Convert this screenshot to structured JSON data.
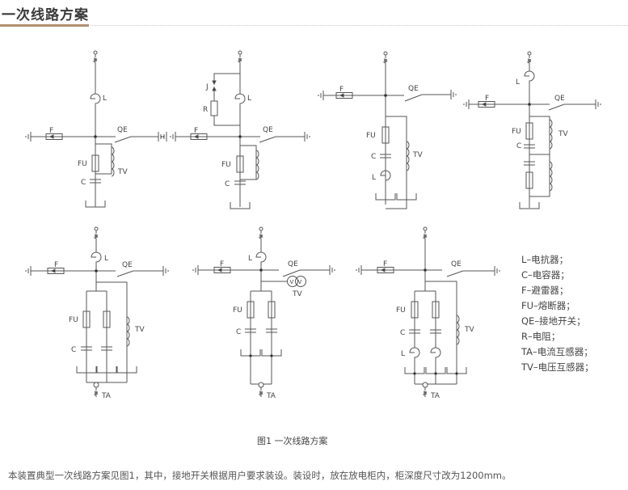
{
  "header": {
    "title": "一次线路方案"
  },
  "labels": {
    "L": "L",
    "F": "F",
    "QE": "QE",
    "FU": "FU",
    "C": "C",
    "TV": "TV",
    "R": "R",
    "J": "J",
    "TA": "TA",
    "V": "V"
  },
  "legend": [
    "L–电抗器；",
    "C–电容器；",
    "F–避雷器；",
    "FU–熔断器；",
    "QE–接地开关；",
    "R–电阻；",
    "TA–电流互感器；",
    "TV–电压互感器；"
  ],
  "caption": "图1   一次线路方案",
  "description": "本装置典型一次线路方案见图1，其中，接地开关根据用户要求装设。装设时，放在放电柜内，柜深度尺寸改为1200mm。",
  "colors": {
    "accent": "#b18f72",
    "line": "#555555"
  }
}
